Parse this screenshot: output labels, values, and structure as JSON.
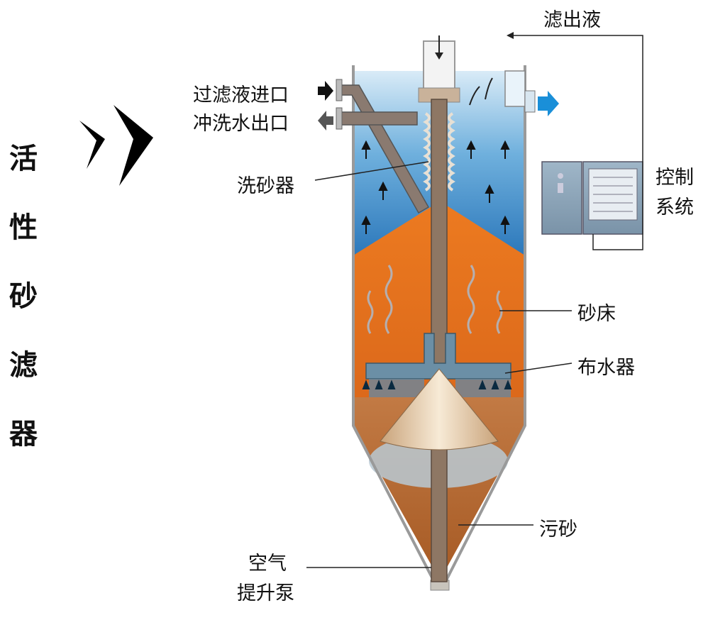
{
  "title_chars": [
    "活",
    "性",
    "砂",
    "滤",
    "器"
  ],
  "labels": {
    "filtrate": "滤出液",
    "inlet": "过滤液进口",
    "wash_outlet": "冲洗水出口",
    "sand_washer": "洗砂器",
    "control_system_line1": "控制",
    "control_system_line2": "系统",
    "sand_bed": "砂床",
    "distributor": "布水器",
    "dirty_sand": "污砂",
    "airlift_line1": "空气",
    "airlift_line2": "提升泵"
  },
  "colors": {
    "water_top": "#c8dff0",
    "water_bottom": "#2f7fc0",
    "sand_bed": "#e8741e",
    "dirty_sand": "#b86a30",
    "tank_wall": "#a8a8a8",
    "outlet_arrow": "#1a8fd8"
  }
}
